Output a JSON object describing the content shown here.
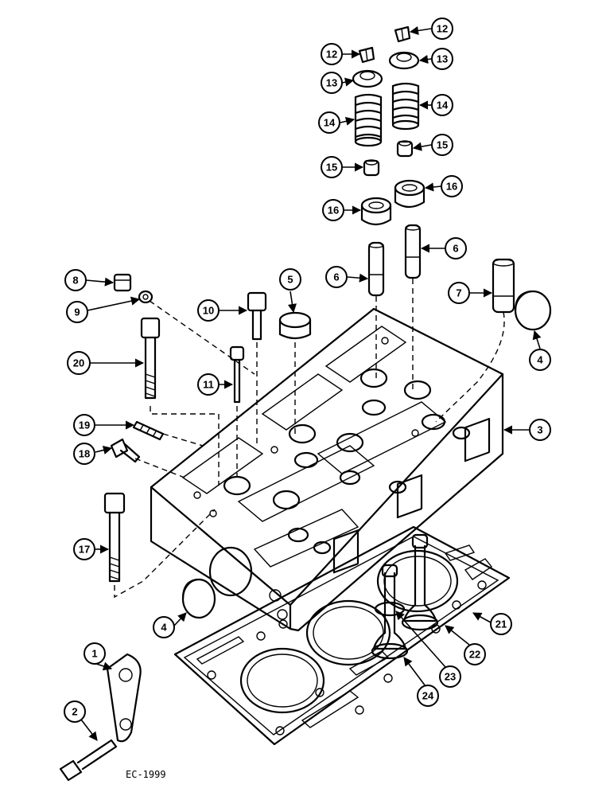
{
  "figure_ref": "EC-1999",
  "callouts": {
    "c1": "1",
    "c2": "2",
    "c3": "3",
    "c4a": "4",
    "c4b": "4",
    "c5": "5",
    "c6a": "6",
    "c6b": "6",
    "c7": "7",
    "c8": "8",
    "c9": "9",
    "c10": "10",
    "c11": "11",
    "c12a": "12",
    "c12b": "12",
    "c13a": "13",
    "c13b": "13",
    "c14a": "14",
    "c14b": "14",
    "c15a": "15",
    "c15b": "15",
    "c16a": "16",
    "c16b": "16",
    "c17": "17",
    "c18": "18",
    "c19": "19",
    "c20": "20",
    "c21": "21",
    "c22": "22",
    "c23": "23",
    "c24": "24"
  }
}
